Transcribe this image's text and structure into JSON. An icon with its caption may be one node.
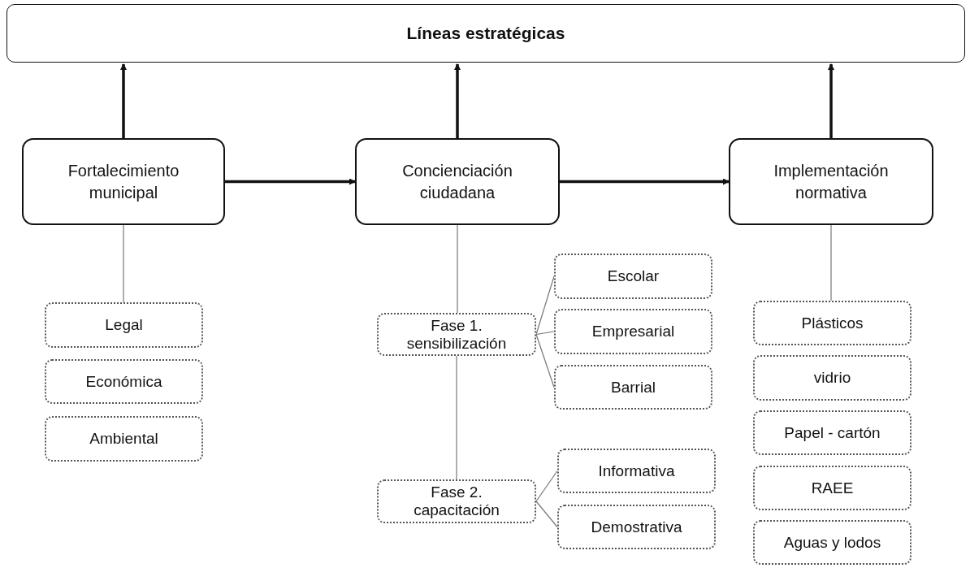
{
  "diagram": {
    "nodes": [
      {
        "text": [
          "Líneas estratégicas"
        ]
      },
      {
        "text": [
          "Fortalecimiento municipal"
        ]
      },
      {
        "text": [
          "Concienciación ciudadana"
        ]
      },
      {
        "text": [
          "Implementación normativa"
        ]
      },
      {
        "text": [
          "Legal"
        ]
      },
      {
        "text": [
          "Económica"
        ]
      },
      {
        "text": [
          "Ambiental"
        ]
      },
      {
        "text": [
          "Fase 1. sensibilización"
        ]
      },
      {
        "text": [
          "Escolar"
        ]
      },
      {
        "text": [
          "Empresarial"
        ]
      },
      {
        "text": [
          "Barrial"
        ]
      },
      {
        "text": [
          "Fase 2. capacitación"
        ]
      },
      {
        "text": [
          "Informativa"
        ]
      },
      {
        "text": [
          "Demostrativa"
        ]
      },
      {
        "text": [
          "Plásticos"
        ]
      },
      {
        "text": [
          "vidrio"
        ]
      },
      {
        "text": [
          "Papel - cartón"
        ]
      },
      {
        "text": [
          "RAEE"
        ]
      },
      {
        "text": [
          "Aguas y lodos"
        ]
      }
    ],
    "edges": [
      {
        "from": 1,
        "to": 0,
        "arrow": "to",
        "style": "thick",
        "color": "#111111"
      },
      {
        "from": 2,
        "to": 0,
        "arrow": "to",
        "style": "thick",
        "color": "#111111"
      },
      {
        "from": 3,
        "to": 0,
        "arrow": "to",
        "style": "thick",
        "color": "#111111"
      },
      {
        "from": 1,
        "to": 2,
        "arrow": "to",
        "style": "thick",
        "color": "#111111"
      },
      {
        "from": 2,
        "to": 3,
        "arrow": "to",
        "style": "thick",
        "color": "#111111"
      },
      {
        "from": 1,
        "to": 4,
        "arrow": "none"
      },
      {
        "from": 2,
        "to": 7,
        "arrow": "none"
      },
      {
        "from": 7,
        "to": 11,
        "arrow": "none"
      },
      {
        "from": 7,
        "to": 8,
        "arrow": "none"
      },
      {
        "from": 7,
        "to": 9,
        "arrow": "none"
      },
      {
        "from": 7,
        "to": 10,
        "arrow": "none"
      },
      {
        "from": 11,
        "to": 12,
        "arrow": "none"
      },
      {
        "from": 11,
        "to": 13,
        "arrow": "none"
      },
      {
        "from": 3,
        "to": 14,
        "arrow": "none"
      }
    ]
  }
}
